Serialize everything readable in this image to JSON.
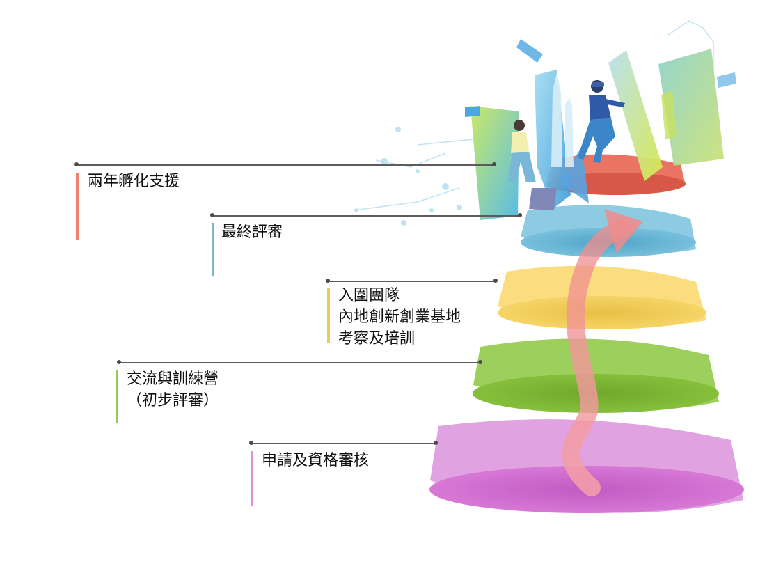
{
  "stages": [
    {
      "id": "incubation",
      "lines": [
        "兩年孵化支援"
      ],
      "color": "#f08070"
    },
    {
      "id": "final-review",
      "lines": [
        "最終評審"
      ],
      "color": "#7db5cf"
    },
    {
      "id": "mainland-visit",
      "lines": [
        "入圍團隊",
        "內地創新創業基地",
        "考察及培訓"
      ],
      "color": "#f0c95a"
    },
    {
      "id": "bootcamp",
      "lines": [
        "交流與訓練營",
        "（初步評審）"
      ],
      "color": "#94c85a"
    },
    {
      "id": "application",
      "lines": [
        "申請及資格審核"
      ],
      "color": "#db92db"
    }
  ]
}
